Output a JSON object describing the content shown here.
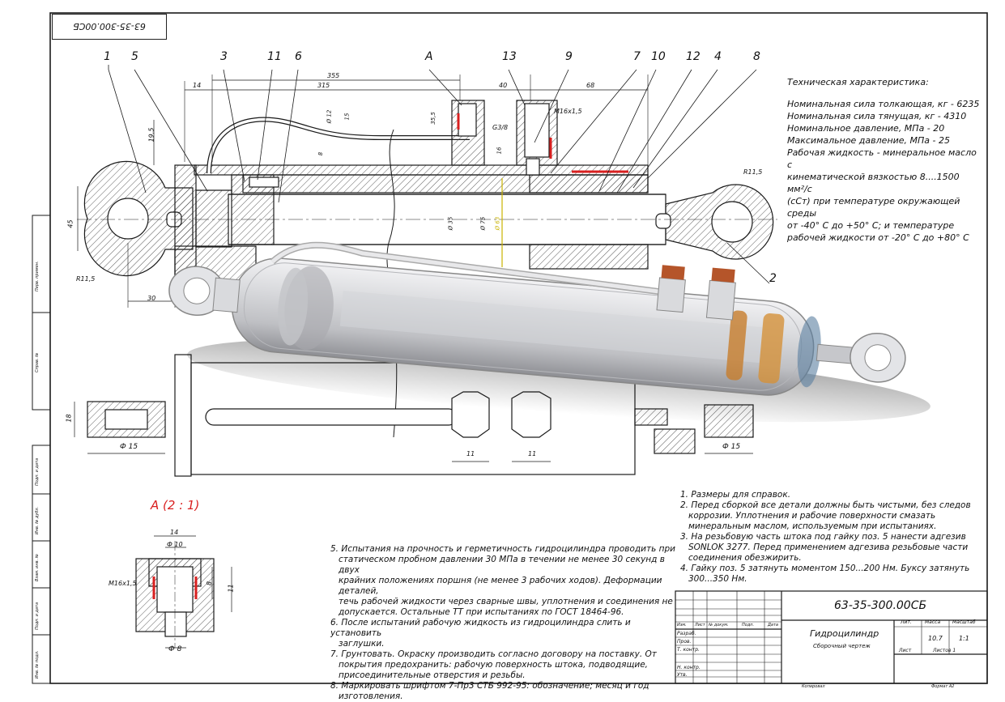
{
  "drawing": {
    "rotated_stamp": "63-35-300.00СБ",
    "detail_label": "А (2 : 1)",
    "callouts": [
      "1",
      "5",
      "3",
      "11",
      "6",
      "А",
      "13",
      "9",
      "7",
      "10",
      "12",
      "4",
      "8",
      "2"
    ]
  },
  "dimensions": {
    "d14": "14",
    "d315": "315",
    "d355": "355",
    "d40": "40",
    "d68": "68",
    "d195": "19,5",
    "d15": "15",
    "d8": "8",
    "d12": "Ø 12",
    "d355b": "35,5",
    "g38": "G3/8",
    "m16": "М16х1,5",
    "d16": "16",
    "r115a": "R11,5",
    "r115b": "R11,5",
    "d45": "45",
    "d30": "30",
    "d35": "Ø 35",
    "d75": "Ø 75",
    "d63": "Ø 63",
    "d18": "18",
    "phi15a": "Ф 15",
    "phi15b": "Ф 15",
    "d11a": "11",
    "d11b": "11",
    "det14": "14",
    "detphi10": "Ф 10",
    "detm16": "М16х1,5",
    "det8": "8",
    "det11": "11",
    "detphi8": "Ф 8"
  },
  "tech": {
    "header": "Техническая характеристика:",
    "lines": [
      "Номинальная сила толкающая, кг     - 6235",
      "Номинальная сила тянущая, кг       - 4310",
      "Номинальное давление, МПа            - 20",
      "Максимальное давление, МПа          - 25",
      "Рабочая жидкость - минеральное масло с",
      "кинематической вязкостью 8....1500 мм²/с",
      "(сСт) при температуре окружающей среды",
      "от -40° С до +50° С; и температуре",
      "рабочей жидкости от -20° С до +80° С"
    ]
  },
  "notes_right": [
    "1. Размеры для справок.",
    "2. Перед сборкой все детали должны быть чистыми, без следов",
    "коррозии. Уплотнения и рабочие поверхности смазать",
    "минеральным маслом, используемым при испытаниях.",
    "3. На резьбовую часть штока под гайку поз. 5 нанести адгезив",
    "SONLOK 3277. Перед применением адгезива резьбовые части",
    "соединения обезжирить.",
    "4. Гайку поз. 5 затянуть моментом 150...200 Нм. Буксу затянуть",
    "300...350 Нм."
  ],
  "notes_left": [
    "5. Испытания на прочность и герметичность гидроцилиндра проводить при",
    "статическом пробном давлении 30 МПа в течении не менее 30 секунд в двух",
    "крайних положениях поршня (не менее 3 рабочих ходов). Деформации деталей,",
    "течь рабочей жидкости через сварные швы, уплотнения и соединения не",
    "допускается. Остальные ТТ при испытаниях по ГОСТ 18464-96.",
    "6. После испытаний рабочую жидкость из гидроцилиндра слить и установить",
    "заглушки.",
    "7. Грунтовать. Окраску производить согласно договору на поставку. От",
    "покрытия предохранить: рабочую поверхность штока, подводящие,",
    "присоединительные отверстия и резьбы.",
    "8. Маркировать шрифтом 7-Пр3 СТБ 992-95: обозначение; месяц и год",
    "изготовления."
  ],
  "title_block": {
    "designation": "63-35-300.00СБ",
    "name": "Гидроцилиндр",
    "doc_type": "Сборочный чертеж",
    "col_lit": "Лит.",
    "col_mass": "Масса",
    "col_scale": "Масштаб",
    "mass": "10.7",
    "scale": "1:1",
    "sheet": "Лист",
    "sheets": "Листов 1",
    "row_headers": [
      "Изм.",
      "Лист",
      "№ докум.",
      "Подп.",
      "Дата"
    ],
    "roles": [
      "Разраб.",
      "Пров.",
      "Т. контр.",
      "Н. контр.",
      "Утв."
    ],
    "copied": "Копировал",
    "format": "Формат А2"
  },
  "side_strip": {
    "labels": [
      "Перв. примен.",
      "Справ. №",
      "Подп. и дата",
      "Инв. № дубл.",
      "Взам. инв. №",
      "Подп. и дата",
      "Инв. № подл."
    ]
  },
  "colors": {
    "line": "#1a1a1a",
    "hatch": "#333333",
    "red": "#d92020",
    "axis_yellow": "#c9b200"
  }
}
